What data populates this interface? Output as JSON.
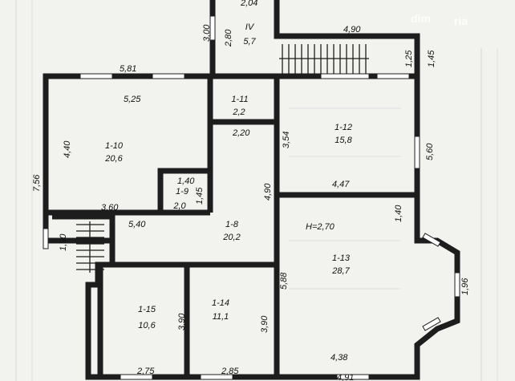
{
  "watermark": "dim",
  "watermark_sub": "ria",
  "height_note": "H=2,70",
  "rooms": [
    {
      "id": "1-10",
      "area": "20,6"
    },
    {
      "id": "1-11",
      "area": "2,2"
    },
    {
      "id": "1-12",
      "area": "15,8"
    },
    {
      "id": "1-9",
      "area": "2,0"
    },
    {
      "id": "1-8",
      "area": "20,2"
    },
    {
      "id": "1-13",
      "area": "28,7"
    },
    {
      "id": "1-15",
      "area": "10,6"
    },
    {
      "id": "1-14",
      "area": "11,1"
    },
    {
      "id": "IV",
      "area": "5,7"
    }
  ],
  "dimensions": {
    "d_2_04": "2,04",
    "d_3_00": "3,00",
    "d_2_80": "2,80",
    "d_4_90_top": "4,90",
    "d_1_25": "1,25",
    "d_1_45": "1,45",
    "d_5_81": "5,81",
    "d_5_25": "5,25",
    "d_4_40": "4,40",
    "d_7_56": "7,56",
    "d_2_20": "2,20",
    "d_3_54": "3,54",
    "d_5_60": "5,60",
    "d_1_40": "1,40",
    "d_1_45b": "1,45",
    "d_4_90": "4,90",
    "d_4_47": "4,47",
    "d_3_60": "3,60",
    "d_5_40": "5,40",
    "d_1_40b": "1,40",
    "d_1_90": "1,90",
    "d_5_88": "5,88",
    "d_1_96": "1,96",
    "d_3_90a": "3,90",
    "d_3_90b": "3,90",
    "d_4_38": "4,38",
    "d_2_75": "2,75",
    "d_2_85": "2,85",
    "d_4_91": "4,91"
  }
}
